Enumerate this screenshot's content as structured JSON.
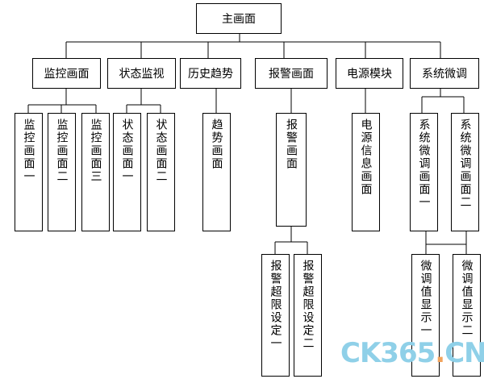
{
  "root": {
    "label": "主画面"
  },
  "level1": [
    {
      "label": "监控画面",
      "children": [
        "监控画面一",
        "监控画面二",
        "监控画面三"
      ]
    },
    {
      "label": "状态监视",
      "children": [
        "状态画面一",
        "状态画面二"
      ]
    },
    {
      "label": "历史趋势",
      "children": [
        "趋势画面"
      ]
    },
    {
      "label": "报警画面",
      "children": [
        "报警画面"
      ]
    },
    {
      "label": "电源模块",
      "children": [
        "电源信息画面"
      ]
    },
    {
      "label": "系统微调",
      "children": [
        "系统微调画面一",
        "系统微调画面二"
      ]
    }
  ],
  "level3": {
    "alarm": [
      "报警超限设定一",
      "报警超限设定二"
    ],
    "tune": [
      "微调值显示一",
      "微调值显示二"
    ]
  },
  "watermark": {
    "text": "CK365",
    "dot": ".",
    "tld": "CN"
  }
}
